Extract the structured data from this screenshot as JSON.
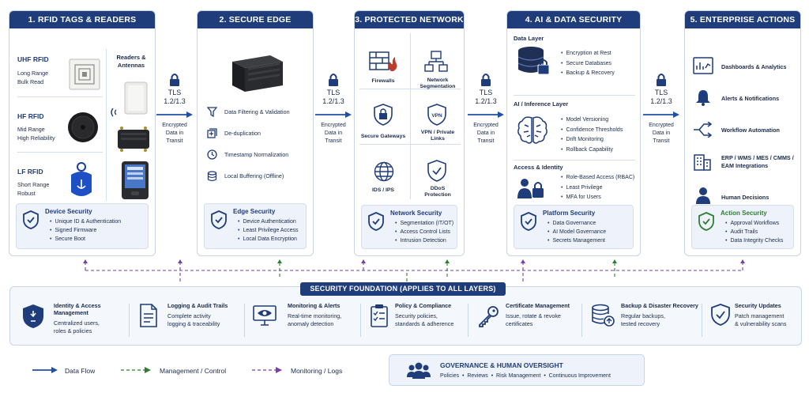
{
  "columns": {
    "rfid": {
      "title": "1. RFID TAGS & READERS",
      "tags": [
        {
          "name": "UHF RFID",
          "line1": "Long Range",
          "line2": "Bulk Read"
        },
        {
          "name": "HF RFID",
          "line1": "Mid Range",
          "line2": "High Reliability"
        },
        {
          "name": "LF RFID",
          "line1": "Short Range",
          "line2": "Robust"
        }
      ],
      "readers_title": "Readers &\nAntennas",
      "security_title": "Device Security",
      "security_items": [
        "Unique ID & Authentication",
        "Signed Firmware",
        "Secure Boot"
      ]
    },
    "edge": {
      "title": "2. SECURE EDGE PROCESSING",
      "items": [
        "Data Filtering & Validation",
        "De-duplication",
        "Timestamp Normalization",
        "Local Buffering (Offline)"
      ],
      "security_title": "Edge Security",
      "security_items": [
        "Device Authentication",
        "Least Privilege Access",
        "Local Data Encryption"
      ]
    },
    "network": {
      "title": "3. PROTECTED NETWORK",
      "cells": [
        "Firewalls",
        "Network\nSegmentation",
        "Secure Gateways",
        "VPN / Private\nLinks",
        "IDS / IPS",
        "DDoS\nProtection"
      ],
      "security_title": "Network Security",
      "security_items": [
        "Segmentation (IT/OT)",
        "Access Control Lists",
        "Intrusion Detection"
      ]
    },
    "ai": {
      "title": "4. AI & DATA SECURITY",
      "data_layer_title": "Data Layer",
      "data_layer_items": [
        "Encryption at Rest",
        "Secure Databases",
        "Backup & Recovery"
      ],
      "ai_layer_title": "AI / Inference Layer",
      "ai_layer_items": [
        "Model Versioning",
        "Confidence Thresholds",
        "Drift Monitoring",
        "Rollback Capability"
      ],
      "identity_title": "Access & Identity",
      "identity_items": [
        "Role-Based Access (RBAC)",
        "Least Privilege",
        "MFA for Users"
      ],
      "security_title": "Platform Security",
      "security_items": [
        "Data Governance",
        "AI Model Governance",
        "Secrets Management"
      ]
    },
    "enterprise": {
      "title": "5. ENTERPRISE ACTIONS",
      "items": [
        "Dashboards & Analytics",
        "Alerts & Notifications",
        "Workflow Automation",
        "ERP / WMS / MES / CMMS /\nEAM Integrations",
        "Human Decisions"
      ],
      "security_title": "Action Security",
      "security_items": [
        "Approval Workflows",
        "Audit Trails",
        "Data Integrity Checks"
      ]
    }
  },
  "tls": {
    "label": "TLS",
    "version": "1.2/1.3",
    "caption": "Encrypted\nData in\nTransit"
  },
  "foundation": {
    "title": "SECURITY FOUNDATION (APPLIES TO ALL LAYERS)",
    "items": [
      {
        "title": "Identity & Access\nManagement",
        "desc": "Centralized users,\nroles & policies"
      },
      {
        "title": "Logging & Audit Trails",
        "desc": "Complete activity\nlogging & traceability"
      },
      {
        "title": "Monitoring & Alerts",
        "desc": "Real-time monitoring,\nanomaly detection"
      },
      {
        "title": "Policy & Compliance",
        "desc": "Security policies,\nstandards & adherence"
      },
      {
        "title": "Certificate Management",
        "desc": "Issue, rotate & revoke\ncertificates"
      },
      {
        "title": "Backup & Disaster Recovery",
        "desc": "Regular backups,\ntested recovery"
      },
      {
        "title": "Security Updates",
        "desc": "Patch management\n& vulnerability scans"
      }
    ]
  },
  "legend": {
    "data_flow": "Data Flow",
    "management": "Management / Control",
    "monitoring": "Monitoring / Logs"
  },
  "governance": {
    "title": "GOVERNANCE & HUMAN OVERSIGHT",
    "items": "Policies  •  Reviews  •  Risk Management  •  Continuous Improvement"
  },
  "colors": {
    "navy": "#1f3d7a",
    "data_flow": "#1f4fa8",
    "management": "#2e7d32",
    "monitoring": "#7b3fa8",
    "panel": "#eef2fa"
  }
}
